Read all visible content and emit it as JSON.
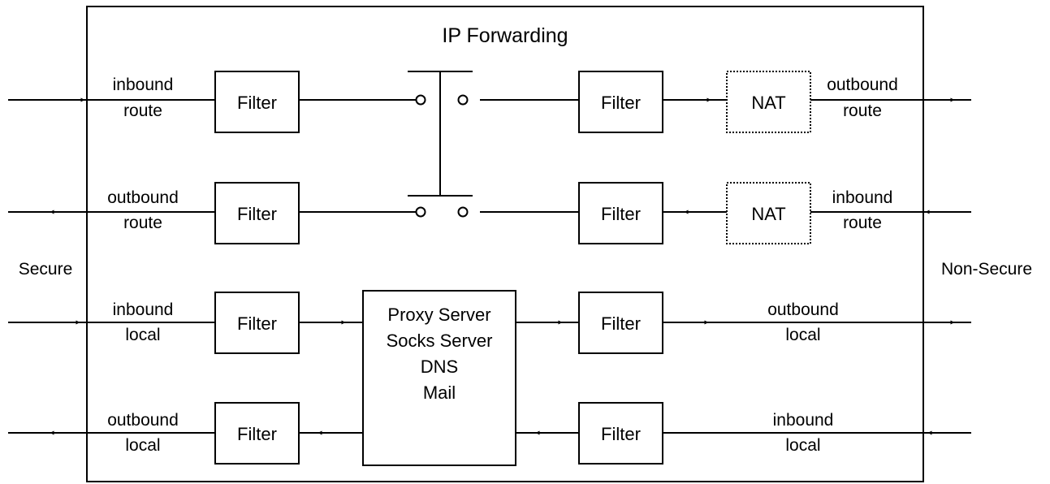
{
  "title": "IP Forwarding",
  "sides": {
    "left": "Secure",
    "right": "Non-Secure"
  },
  "filter_label": "Filter",
  "nat_label": "NAT",
  "proxy_lines": [
    "Proxy Server",
    "Socks Server",
    "DNS",
    "Mail"
  ],
  "rows": [
    {
      "left": [
        "inbound",
        "route"
      ],
      "right": [
        "outbound",
        "route"
      ]
    },
    {
      "left": [
        "outbound",
        "route"
      ],
      "right": [
        "inbound",
        "route"
      ]
    },
    {
      "left": [
        "inbound",
        "local"
      ],
      "right": [
        "outbound",
        "local"
      ]
    },
    {
      "left": [
        "outbound",
        "local"
      ],
      "right": [
        "inbound",
        "local"
      ]
    }
  ],
  "colors": {
    "stroke": "#000000",
    "background": "#ffffff"
  }
}
